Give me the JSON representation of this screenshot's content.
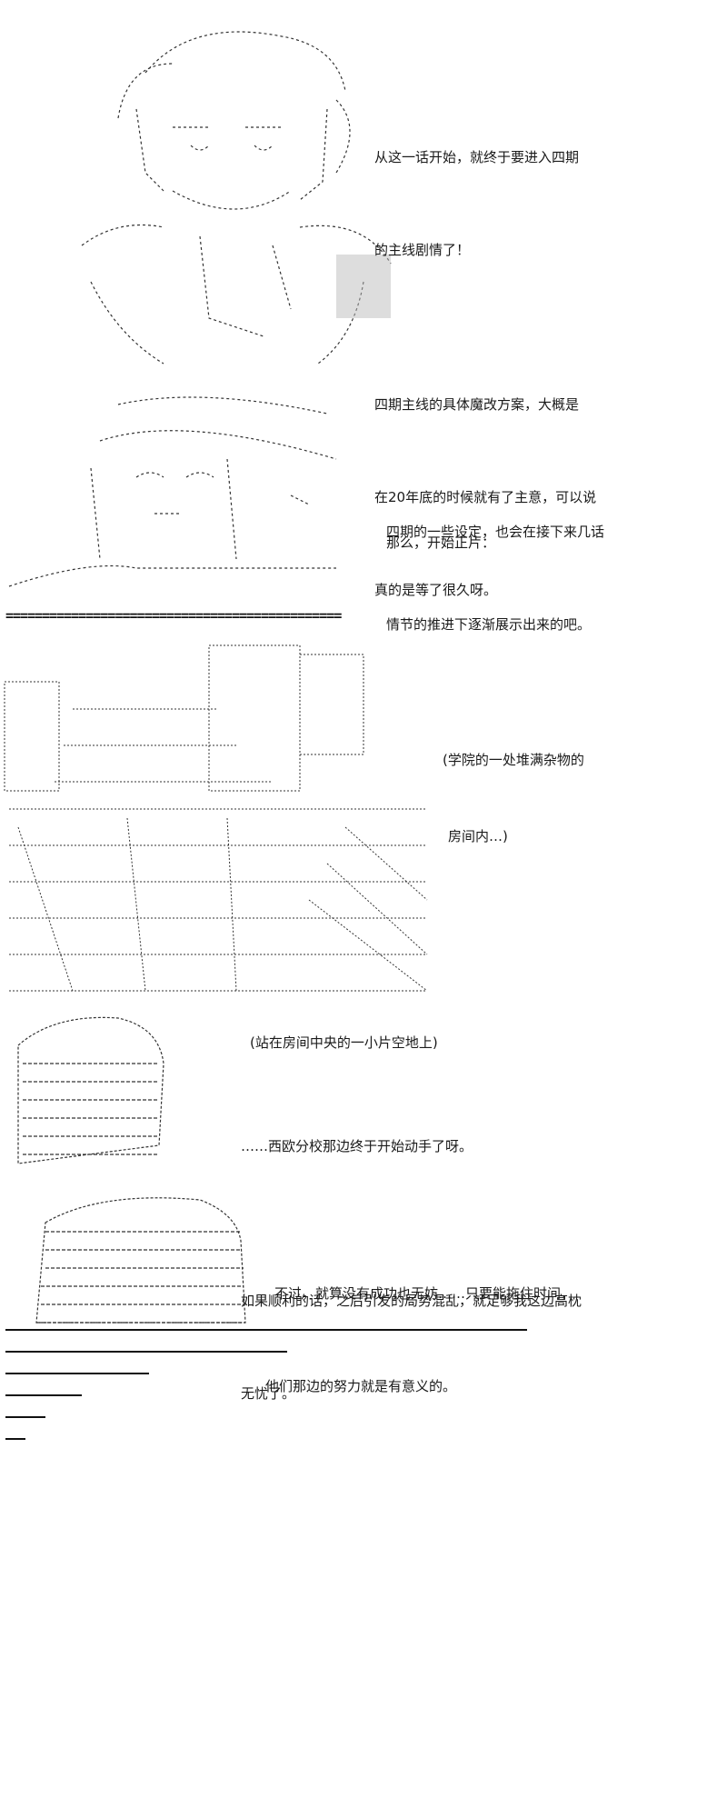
{
  "panel1": {
    "lines": [
      "从这一话开始，就终于要进入四期",
      "的主线剧情了！",
      "",
      "四期主线的具体魔改方案，大概是",
      "在20年底的时候就有了主意，可以说",
      "真的是等了很久呀。"
    ]
  },
  "panel2": {
    "lines": [
      "四期的一些设定，也会在接下来几话",
      "情节的推进下逐渐展示出来的吧。"
    ],
    "closing": "那么，开始正片："
  },
  "separator": "==============================================",
  "panel3": {
    "caption": [
      "(学院的一处堆满杂物的",
      "房间内…)"
    ]
  },
  "panel4": {
    "action": "(站在房间中央的一小片空地上)",
    "lines": [
      "……西欧分校那边终于开始动手了呀。",
      "",
      "如果顺利的话，之后引发的局势混乱，就足够我这边高枕",
      "无忧了。"
    ]
  },
  "panel5": {
    "lines": [
      "不过，就算没有成功也无妨……只要能拖住时间，",
      "他们那边的努力就是有意义的。"
    ]
  },
  "colors": {
    "ink": "#1a1a1a",
    "paper": "#ffffff",
    "art_stroke": "#333333"
  },
  "icons": [
    "ascii-art-girl-portrait",
    "ascii-art-boy-face",
    "ascii-art-cluttered-room",
    "ascii-art-back-figure",
    "ascii-art-back-figure-2"
  ]
}
